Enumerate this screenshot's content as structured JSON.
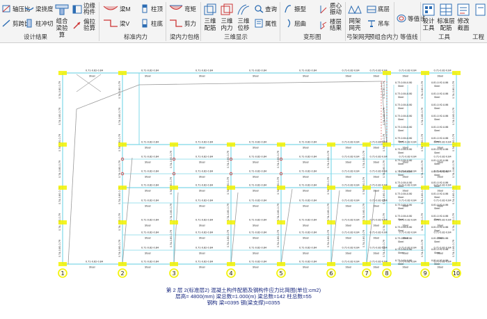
{
  "ribbon": {
    "design_result": {
      "items": [
        "轴压比",
        "梁挠度",
        "剪跨比",
        "柱冲切",
        "组合梁验算",
        "边缘构件",
        "偏拉验算"
      ],
      "group_label": "设计结果"
    },
    "std_force": {
      "items": [
        "梁M",
        "梁V",
        "柱顶",
        "柱底"
      ],
      "group_label": "标准内力"
    },
    "beam_envelope": {
      "items": [
        "弯矩",
        "剪力"
      ],
      "group_label": "梁内力包络"
    },
    "three_d": {
      "items": [
        "三维配筋",
        "三维内力",
        "三维位移",
        "查询",
        "属性"
      ],
      "group_label": "三维显示"
    },
    "deform": {
      "items": [
        "振型",
        "屈曲",
        "质心振动",
        "楼层结果"
      ],
      "group_label": "变形图"
    },
    "truss": {
      "items": [
        "网架网壳",
        "底层"
      ],
      "group_label": "弓架网壳"
    },
    "preassembled": {
      "items": [
        "吊车"
      ],
      "group_label": "预组合内力"
    },
    "contour": {
      "items": [
        "等值线"
      ],
      "group_label": "等值线"
    },
    "tools": {
      "items": [
        "设计工具",
        "标准层配筋",
        "修改截面"
      ],
      "group_label": "工具"
    },
    "engineering": {
      "group_label": "工程"
    }
  },
  "drawing": {
    "axis_labels": [
      "1",
      "2",
      "3",
      "4",
      "5",
      "6",
      "7",
      "8",
      "9",
      "10"
    ],
    "member_tag": "Steel",
    "caption_lines": [
      "第 2 层 2(标准层2) 混凝土构件配筋及钢构件应力比简图(单位:cm2)",
      "层高= 4800(mm)  梁总数=1.000(m)  梁总数=142  柱总数=55",
      "钢构  梁=0395  钢(梁支撑)=0355"
    ]
  },
  "colors": {
    "grid_line": "#7fd8e8",
    "axis_bubble": "#f2f200",
    "member_text": "#1a1a1a",
    "bracing": "#999999",
    "caption": "#1a2a80"
  }
}
